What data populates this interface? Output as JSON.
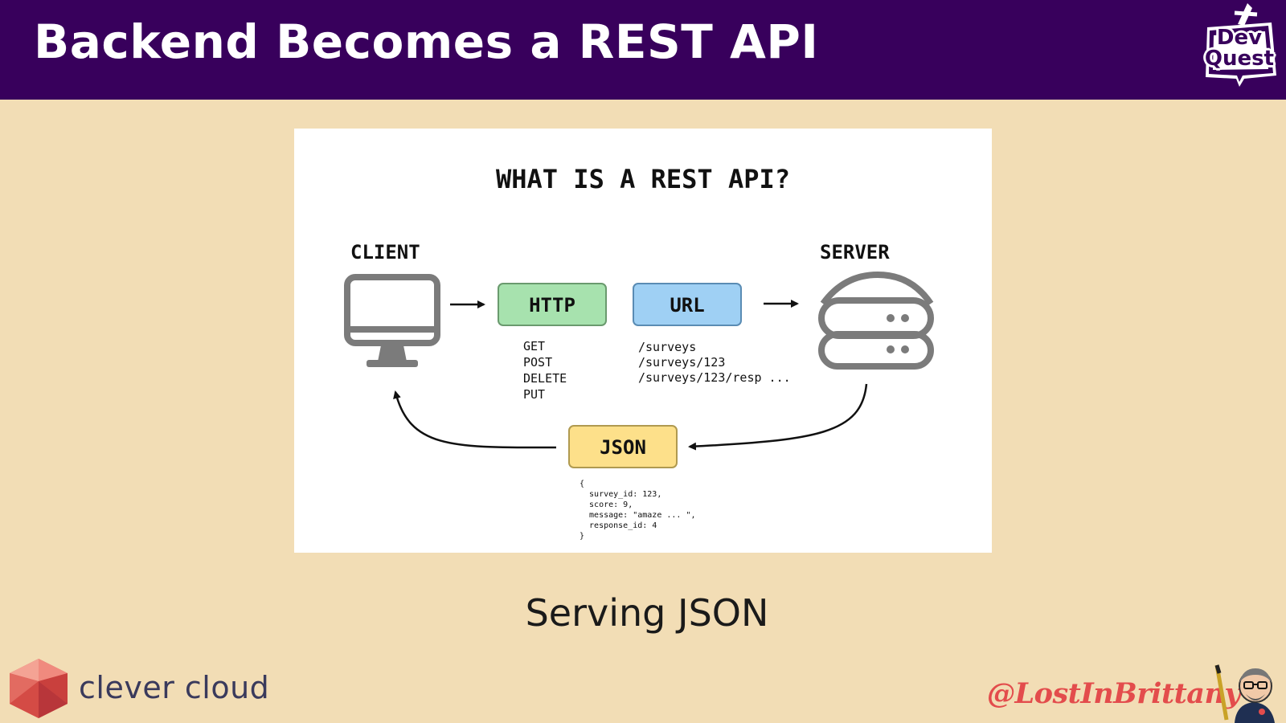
{
  "slide": {
    "title": "Backend Becomes a REST API",
    "caption": "Serving JSON",
    "dev_logo": [
      "Dev",
      "Quest"
    ],
    "sponsor": "clever cloud",
    "handle": "@LostInBrittany"
  },
  "diagram": {
    "title": "WHAT IS A REST API?",
    "client_label": "CLIENT",
    "server_label": "SERVER",
    "http_label": "HTTP",
    "url_label": "URL",
    "json_label": "JSON",
    "methods": [
      "GET",
      "POST",
      "DELETE",
      "PUT"
    ],
    "urls": [
      "/surveys",
      "/surveys/123",
      "/surveys/123/resp ..."
    ],
    "json_body": [
      "{",
      "  survey_id: 123,",
      "  score: 9,",
      "  message: \"amaze ... \",",
      "  response_id: 4",
      "}"
    ],
    "colors": {
      "http": "#a7e2ae",
      "url": "#9fd0f4",
      "json": "#fde08a",
      "icon": "#7b7b7b"
    }
  },
  "colors": {
    "header": "#38005c",
    "background": "#f2ddb5",
    "handle": "#e34c4c"
  },
  "icons": [
    "computer-monitor-icon",
    "server-stack-icon",
    "clever-cloud-logo-icon",
    "devquest-logo-icon",
    "author-avatar-icon"
  ]
}
